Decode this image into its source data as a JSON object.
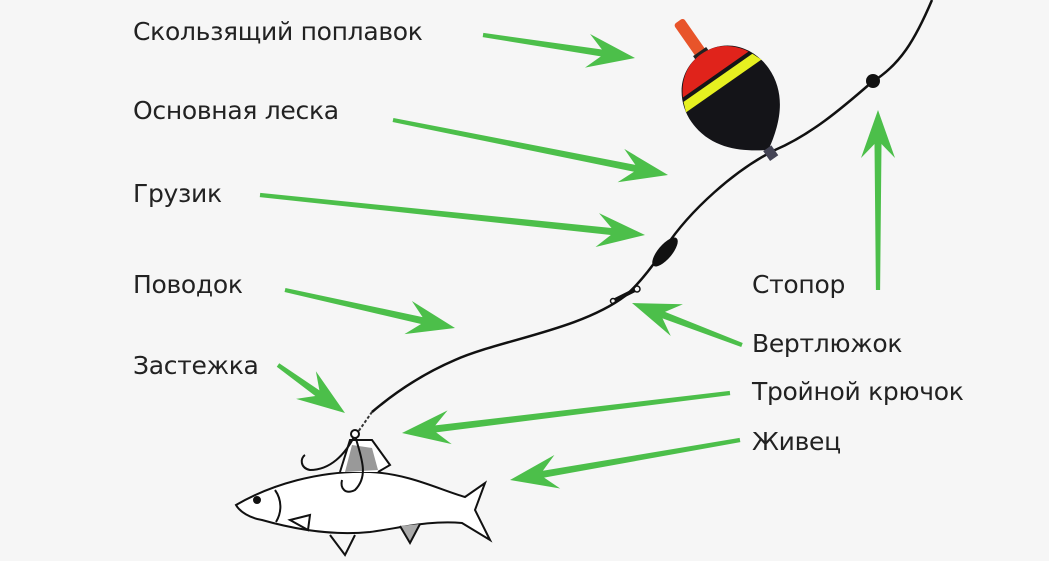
{
  "labels": {
    "float": "Скользящий поплавок",
    "main_line": "Основная леска",
    "sinker": "Грузик",
    "leader": "Поводок",
    "clasp": "Застежка",
    "stopper": "Стопор",
    "swivel": "Вертлюжок",
    "treble_hook": "Тройной крючок",
    "live_bait": "Живец"
  },
  "colors": {
    "arrow": "#4cbf4a",
    "line": "#111111",
    "float_top": "#e0231b",
    "float_band": "#e6f020",
    "float_body": "#141418",
    "float_antenna": "#e8542a"
  }
}
